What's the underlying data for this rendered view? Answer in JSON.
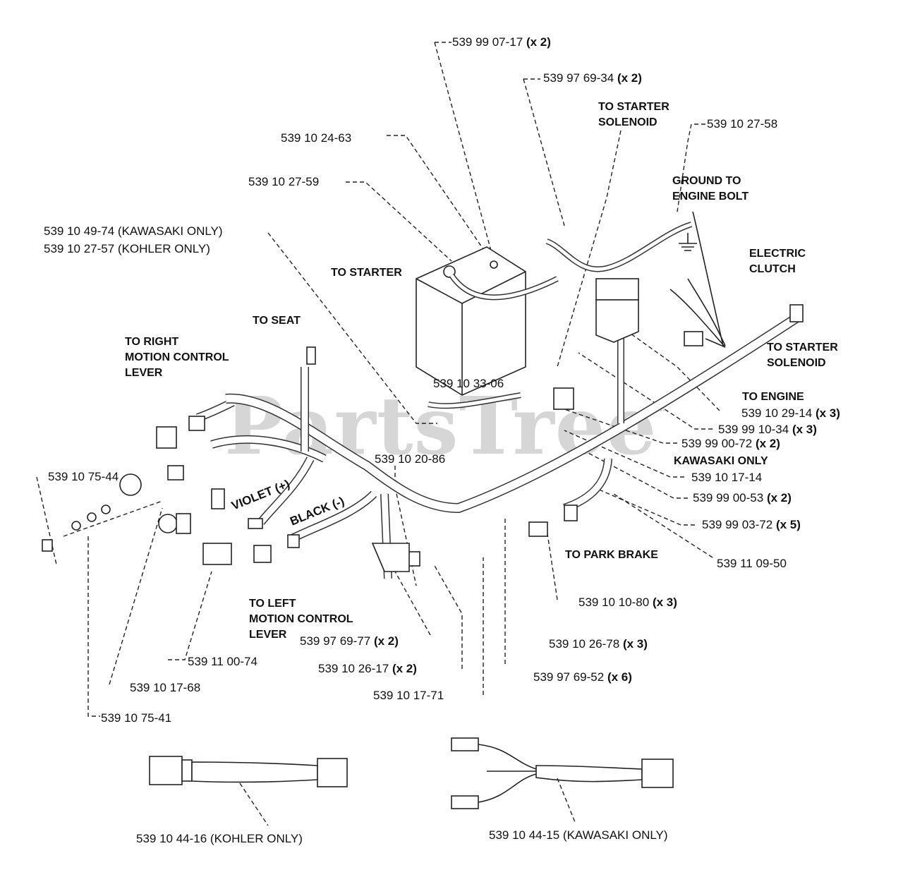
{
  "watermark": {
    "text": "PartsTree",
    "trademark": "™"
  },
  "parts": {
    "p1": {
      "num": "539 99 07-17",
      "qty": "(x 2)"
    },
    "p2": {
      "num": "539 97 69-34",
      "qty": "(x 2)"
    },
    "p3": {
      "num": "539 10 27-58",
      "qty": ""
    },
    "p4": {
      "num": "539 10 24-63",
      "qty": ""
    },
    "p5": {
      "num": "539 10 27-59",
      "qty": ""
    },
    "p6": {
      "num": "539 10 49-74 (KAWASAKI ONLY)",
      "qty": ""
    },
    "p7": {
      "num": "539 10 27-57 (KOHLER ONLY)",
      "qty": ""
    },
    "p8": {
      "num": "539 10 33-06",
      "qty": ""
    },
    "p9": {
      "num": "539 10 29-14",
      "qty": "(x 3)"
    },
    "p10": {
      "num": "539 99 10-34",
      "qty": "(x 3)"
    },
    "p11": {
      "num": "539 99 00-72",
      "qty": "(x 2)"
    },
    "p12": {
      "num": "539 10 17-14",
      "qty": ""
    },
    "p13": {
      "num": "539 99 00-53",
      "qty": "(x 2)"
    },
    "p14": {
      "num": "539 99 03-72",
      "qty": "(x 5)"
    },
    "p15": {
      "num": "539 11 09-50",
      "qty": ""
    },
    "p16": {
      "num": "539 10 20-86",
      "qty": ""
    },
    "p17": {
      "num": "539 10 75-44",
      "qty": ""
    },
    "p18": {
      "num": "539 10 10-80",
      "qty": "(x 3)"
    },
    "p19": {
      "num": "539 10 26-78",
      "qty": "(x 3)"
    },
    "p20": {
      "num": "539 97 69-52",
      "qty": "(x 6)"
    },
    "p21": {
      "num": "539 97 69-77",
      "qty": "(x 2)"
    },
    "p22": {
      "num": "539 10 26-17",
      "qty": "(x 2)"
    },
    "p23": {
      "num": "539 10 17-71",
      "qty": ""
    },
    "p24": {
      "num": "539 11 00-74",
      "qty": ""
    },
    "p25": {
      "num": "539 10 17-68",
      "qty": ""
    },
    "p26": {
      "num": "539 10 75-41",
      "qty": ""
    },
    "p27": {
      "num": "539 10 44-16 (KOHLER ONLY)",
      "qty": ""
    },
    "p28": {
      "num": "539 10 44-15 (KAWASAKI ONLY)",
      "qty": ""
    }
  },
  "callouts": {
    "to_starter_solenoid_top_1": "TO STARTER",
    "to_starter_solenoid_top_2": "SOLENOID",
    "ground_1": "GROUND TO",
    "ground_2": "ENGINE BOLT",
    "electric_clutch_1": "ELECTRIC",
    "electric_clutch_2": "CLUTCH",
    "to_starter": "TO STARTER",
    "to_seat": "TO SEAT",
    "right_lever_1": "TO RIGHT",
    "right_lever_2": "MOTION CONTROL",
    "right_lever_3": "LEVER",
    "to_starter_solenoid_right_1": "TO STARTER",
    "to_starter_solenoid_right_2": "SOLENOID",
    "to_engine": "TO ENGINE",
    "kawasaki_only": "KAWASAKI ONLY",
    "violet": "VIOLET (+)",
    "black": "BLACK (-)",
    "to_park_brake": "TO PARK BRAKE",
    "left_lever_1": "TO LEFT",
    "left_lever_2": "MOTION CONTROL",
    "left_lever_3": "LEVER"
  }
}
